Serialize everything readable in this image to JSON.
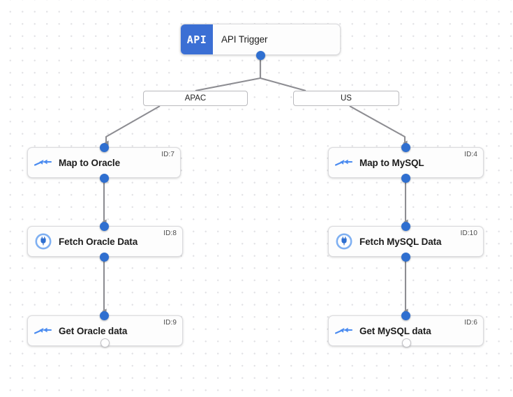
{
  "canvas": {
    "background_color": "#ffffff",
    "grid_dot_color": "#e3e3e6",
    "accent_color": "#2f6fd0",
    "edge_color": "#8d8d92"
  },
  "trigger": {
    "badge_text": "API",
    "title": "API Trigger",
    "badge_color": "#3b6fd4"
  },
  "branches": [
    {
      "label": "APAC"
    },
    {
      "label": "US"
    }
  ],
  "nodes": [
    {
      "title": "Map to Oracle",
      "id_label": "ID:7",
      "icon": "merge-arrows-icon"
    },
    {
      "title": "Fetch Oracle Data",
      "id_label": "ID:8",
      "icon": "database-plug-icon"
    },
    {
      "title": "Get Oracle data",
      "id_label": "ID:9",
      "icon": "merge-arrows-icon"
    },
    {
      "title": "Map to MySQL",
      "id_label": "ID:4",
      "icon": "merge-arrows-icon"
    },
    {
      "title": "Fetch MySQL Data",
      "id_label": "ID:10",
      "icon": "database-plug-icon"
    },
    {
      "title": "Get MySQL data",
      "id_label": "ID:6",
      "icon": "merge-arrows-icon"
    }
  ]
}
